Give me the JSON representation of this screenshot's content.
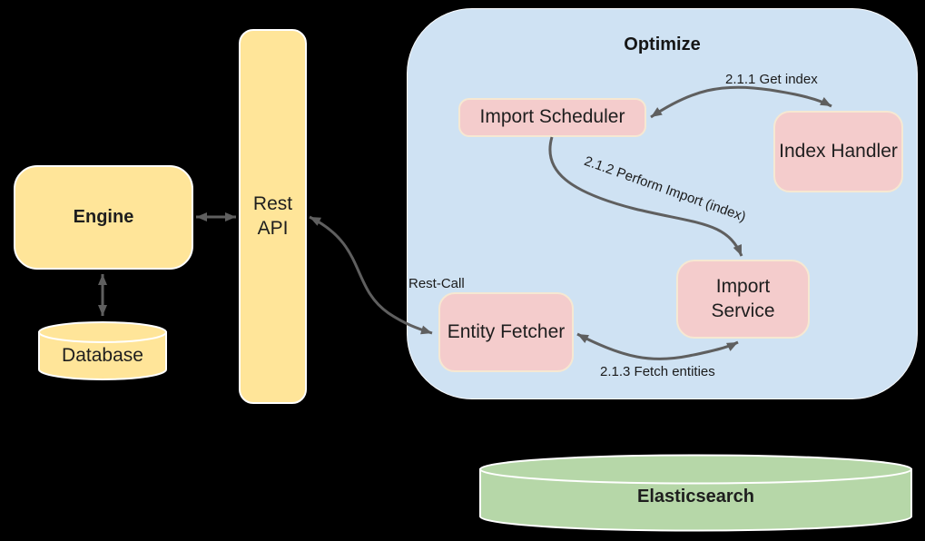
{
  "diagram": {
    "background_color": "#000000",
    "arrow_color": "#5f5f5f",
    "nodes": {
      "engine": {
        "label": "Engine",
        "fill": "#FFE599"
      },
      "rest_api": {
        "label": "Rest\nAPI",
        "fill": "#FFE599"
      },
      "database": {
        "label": "Database",
        "fill": "#FFE599",
        "shape": "cylinder"
      },
      "optimize": {
        "label": "Optimize",
        "fill": "#CFE2F3",
        "role": "container"
      },
      "import_scheduler": {
        "label": "Import Scheduler",
        "fill": "#F4CCCC"
      },
      "index_handler": {
        "label": "Index Handler",
        "fill": "#F4CCCC"
      },
      "import_service": {
        "label": "Import\nService",
        "fill": "#F4CCCC"
      },
      "entity_fetcher": {
        "label": "Entity Fetcher",
        "fill": "#F4CCCC"
      },
      "elasticsearch": {
        "label": "Elasticsearch",
        "fill": "#B6D7A8",
        "shape": "cylinder"
      }
    },
    "edges": {
      "engine_restapi": {
        "label": "",
        "ends": "both"
      },
      "engine_database": {
        "label": "",
        "ends": "both"
      },
      "restapi_fetcher": {
        "label": "Rest-Call",
        "ends": "both"
      },
      "scheduler_handler": {
        "label": "2.1.1 Get index",
        "ends": "both"
      },
      "scheduler_service": {
        "label": "2.1.2 Perform Import (index)",
        "ends": "end"
      },
      "service_fetcher": {
        "label": "2.1.3 Fetch entities",
        "ends": "both"
      }
    }
  }
}
